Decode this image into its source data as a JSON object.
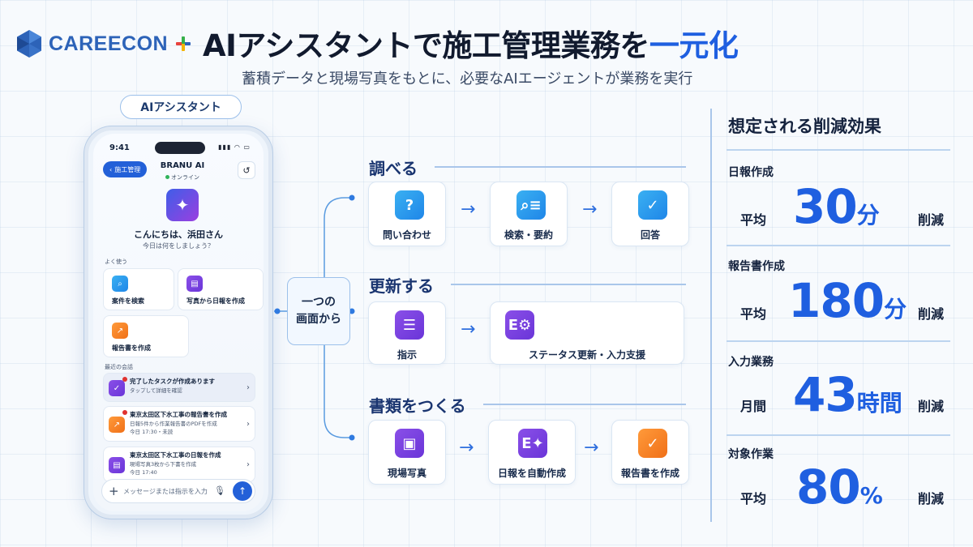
{
  "header": {
    "logo_text": "CAREECON",
    "title_main": "AIアシスタントで施工管理業務を",
    "title_accent": "一元化",
    "subtitle": "蓄積データと現場写真をもとに、必要なAIエージェントが業務を実行"
  },
  "phone": {
    "label": "AIアシスタント",
    "time": "9:41",
    "back_label": "施工管理",
    "bot_name": "BRANU AI",
    "bot_status": "オンライン",
    "greeting": "こんにちは、浜田さん",
    "greeting_sub": "今日は何をしましょう？",
    "frequent_label": "よく使う",
    "quick_actions": [
      {
        "label": "案件を検索",
        "icon": "search-icon",
        "color": "#2fa6ee"
      },
      {
        "label": "写真から日報を作成",
        "icon": "document-icon",
        "color": "#8a4fe8"
      },
      {
        "label": "報告書を作成",
        "icon": "chart-icon",
        "color": "#f5861f"
      }
    ],
    "recent_label": "最近の会話",
    "conversations": [
      {
        "title": "完了したタスクが作成あります",
        "sub": "タップして詳細を確認",
        "meta": "",
        "color": "#6a35d8"
      },
      {
        "title": "東京太田区下水工事の報告書を作成",
        "sub": "日報5件から作業報告書のPDFを作成",
        "meta": "今日 17:30・未読",
        "color": "#f5861f"
      },
      {
        "title": "東京太田区下水工事の日報を作成",
        "sub": "現場写真3枚から下書を作成",
        "meta": "今日 17:40",
        "color": "#8a4fe8"
      }
    ],
    "input_placeholder": "メッセージまたは指示を入力"
  },
  "hub": {
    "line1": "一つの",
    "line2": "画面から"
  },
  "categories": [
    {
      "title": "調べる",
      "steps": [
        {
          "label": "問い合わせ",
          "icon": "question-icon"
        },
        {
          "label": "検索・要約",
          "icon": "search-list-icon"
        },
        {
          "label": "回答",
          "icon": "chat-check-icon"
        }
      ]
    },
    {
      "title": "更新する",
      "steps": [
        {
          "label": "指示",
          "icon": "message-icon"
        },
        {
          "label": "ステータス更新・入力支援",
          "icon": "settings-list-icon"
        }
      ]
    },
    {
      "title": "書類をつくる",
      "steps": [
        {
          "label": "現場写真",
          "icon": "photo-camera-icon"
        },
        {
          "label": "日報を自動作成",
          "icon": "ai-document-icon"
        },
        {
          "label": "報告書を作成",
          "icon": "report-check-icon"
        }
      ]
    }
  ],
  "effects": {
    "title": "想定される削減効果",
    "items": [
      {
        "name": "日報作成",
        "prefix": "平均",
        "value": "30",
        "unit": "分",
        "suffix": "削減"
      },
      {
        "name": "報告書作成",
        "prefix": "平均",
        "value": "180",
        "unit": "分",
        "suffix": "削減"
      },
      {
        "name": "入力業務",
        "prefix": "月間",
        "value": "43",
        "unit": "時間",
        "suffix": "削減"
      },
      {
        "name": "対象作業",
        "prefix": "平均",
        "value": "80",
        "unit": "%",
        "suffix": "削減"
      }
    ]
  },
  "colors": {
    "accent": "#1f5fe0",
    "blue_icon": "#2fa6ee",
    "purple_icon": "#6a35d8",
    "orange_icon": "#f5861f"
  }
}
